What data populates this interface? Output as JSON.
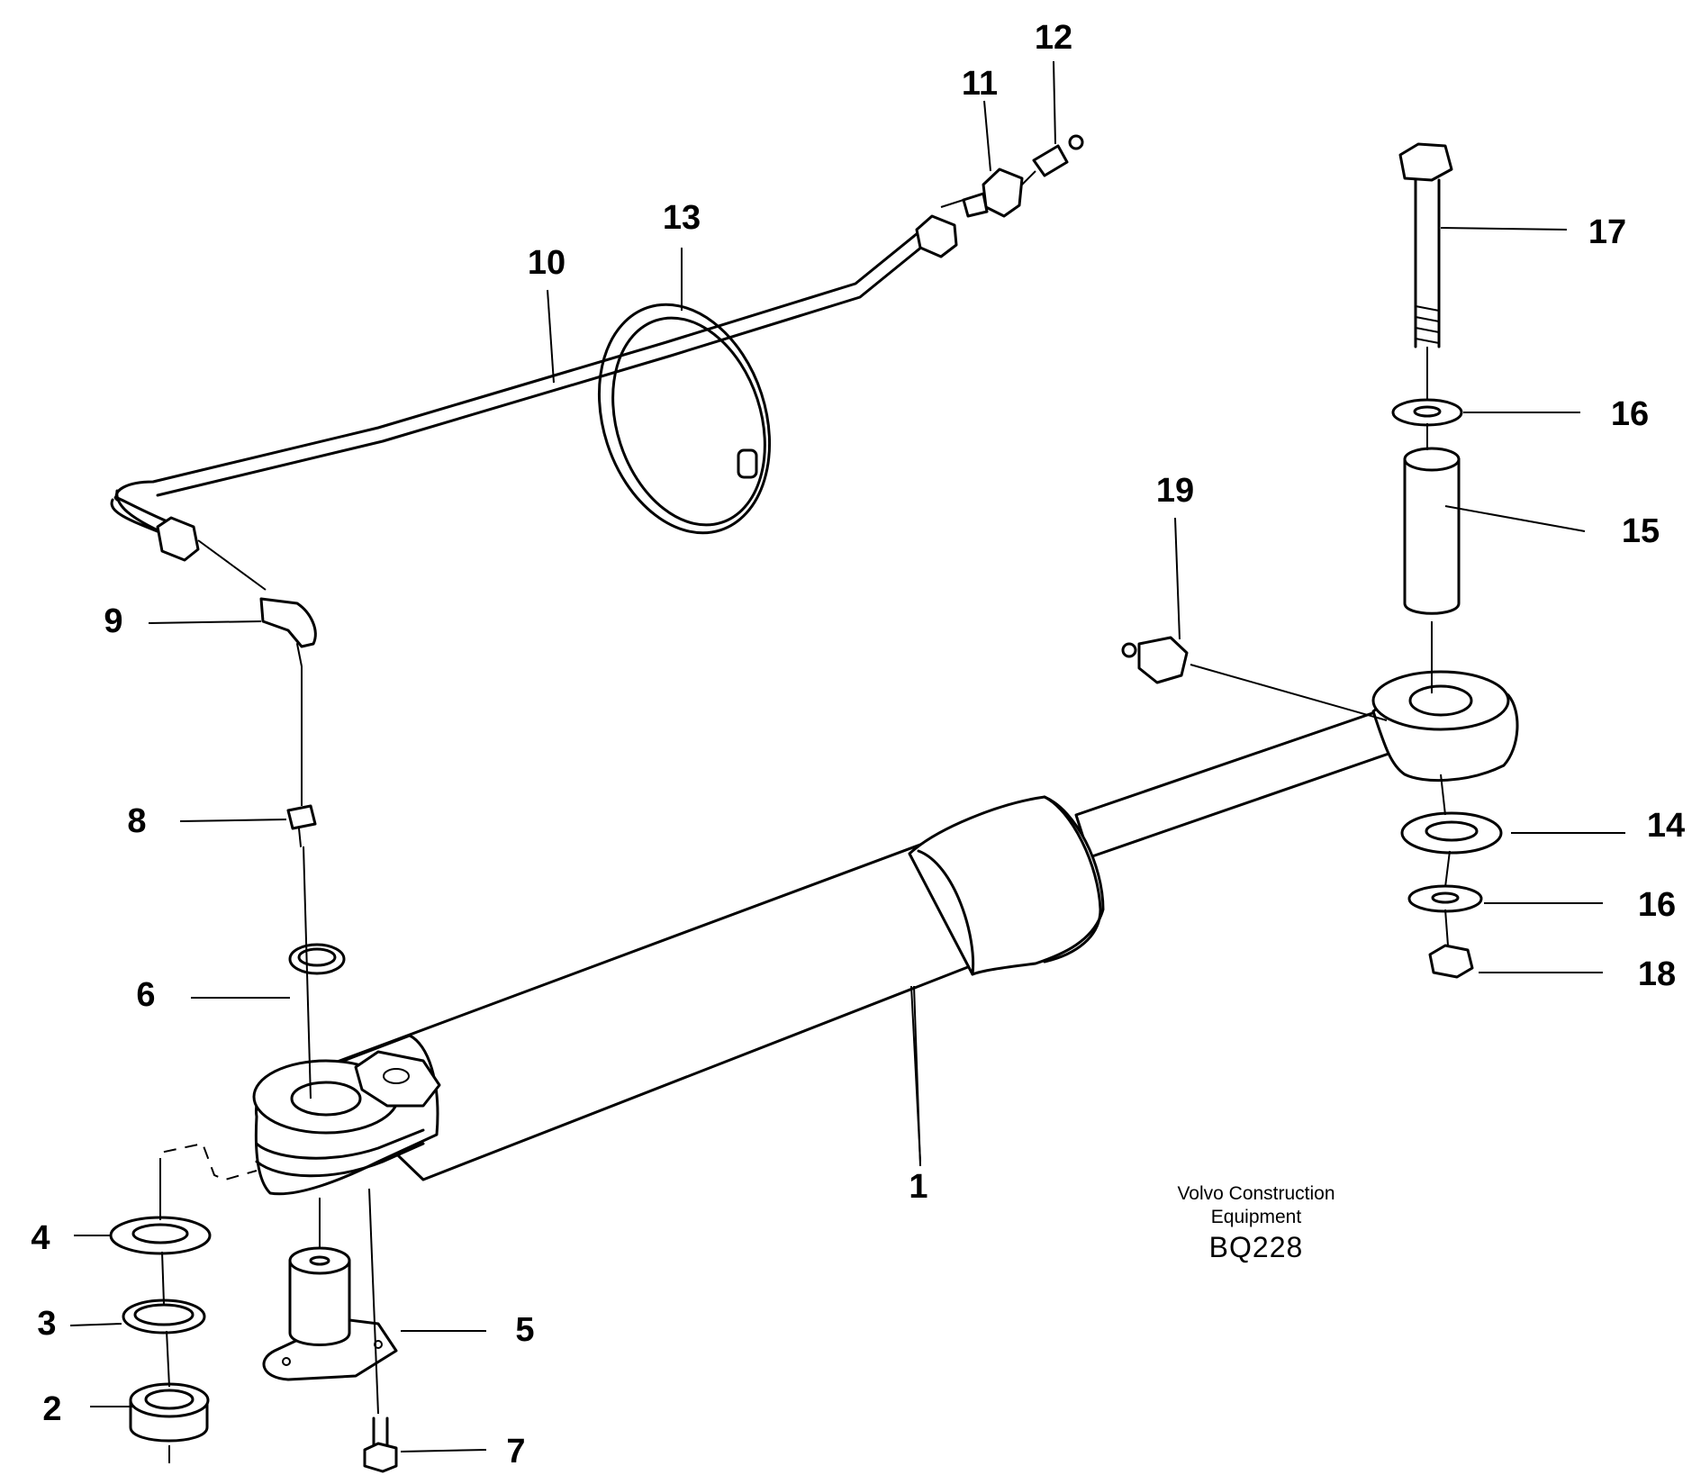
{
  "callouts": [
    {
      "id": "c1",
      "text": "1"
    },
    {
      "id": "c2",
      "text": "2"
    },
    {
      "id": "c3",
      "text": "3"
    },
    {
      "id": "c4",
      "text": "4"
    },
    {
      "id": "c5",
      "text": "5"
    },
    {
      "id": "c6",
      "text": "6"
    },
    {
      "id": "c7",
      "text": "7"
    },
    {
      "id": "c8",
      "text": "8"
    },
    {
      "id": "c9",
      "text": "9"
    },
    {
      "id": "c10",
      "text": "10"
    },
    {
      "id": "c11",
      "text": "11"
    },
    {
      "id": "c12",
      "text": "12"
    },
    {
      "id": "c13",
      "text": "13"
    },
    {
      "id": "c14",
      "text": "14"
    },
    {
      "id": "c15",
      "text": "15"
    },
    {
      "id": "c16a",
      "text": "16"
    },
    {
      "id": "c16b",
      "text": "16"
    },
    {
      "id": "c17",
      "text": "17"
    },
    {
      "id": "c18",
      "text": "18"
    },
    {
      "id": "c19",
      "text": "19"
    }
  ],
  "brand": {
    "line1": "Volvo Construction",
    "line2": "Equipment",
    "code": "BQ228"
  }
}
